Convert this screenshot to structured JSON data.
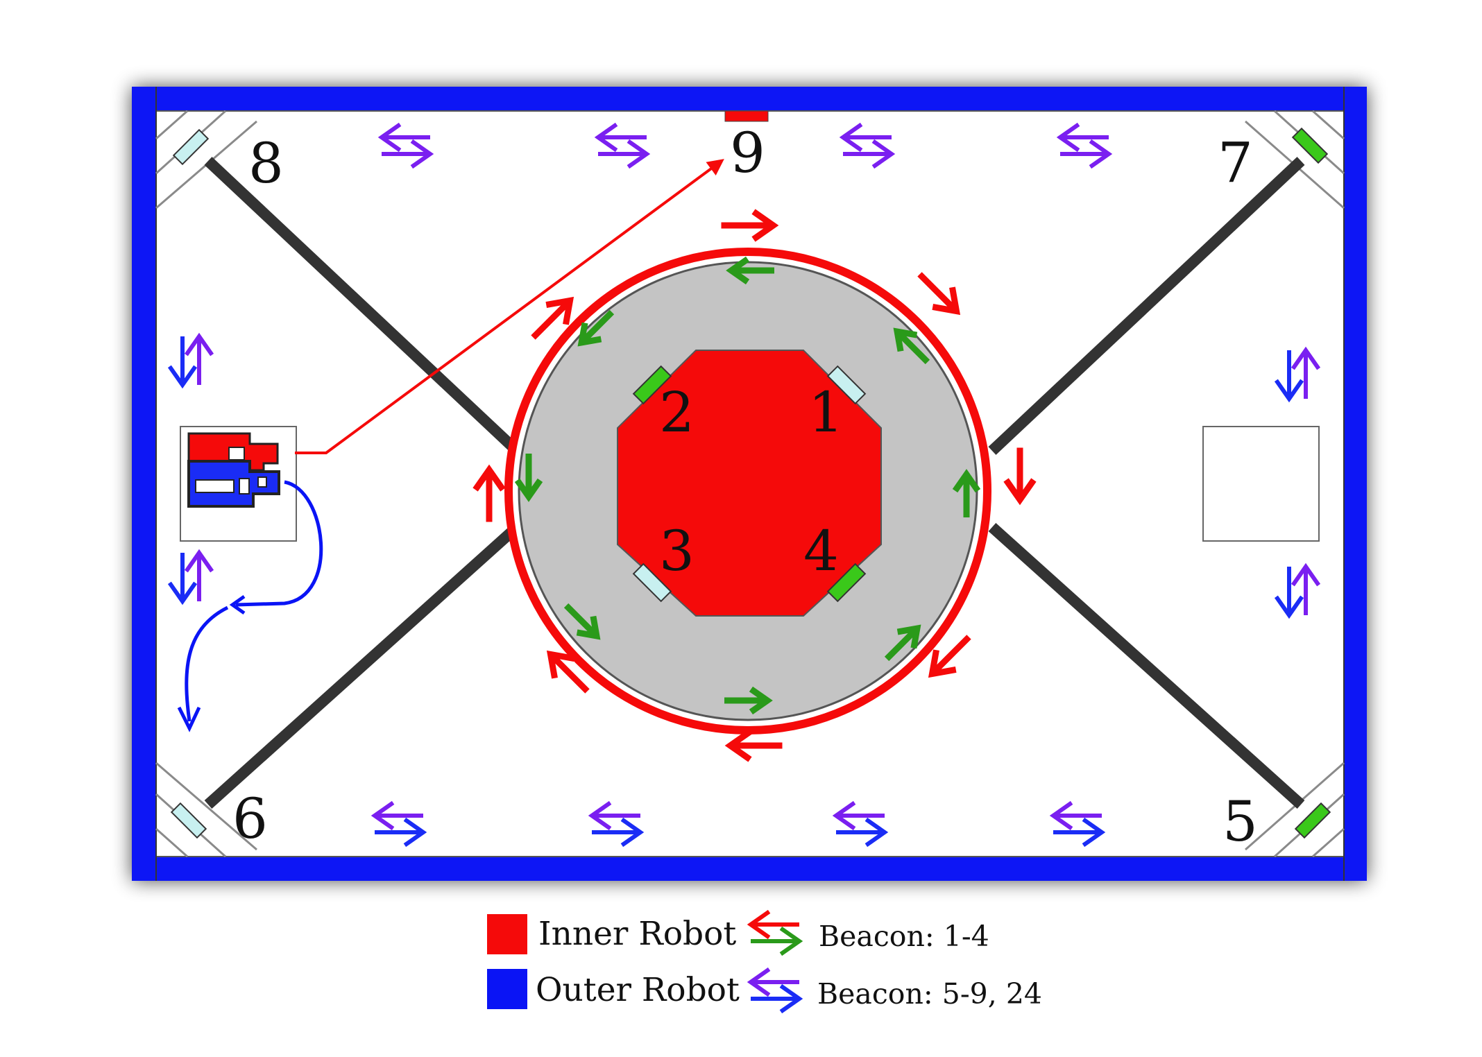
{
  "beacons": {
    "b1": "1",
    "b2": "2",
    "b3": "3",
    "b4": "4",
    "b5": "5",
    "b6": "6",
    "b7": "7",
    "b8": "8",
    "b9": "9"
  },
  "legend": {
    "inner_robot": "Inner Robot",
    "outer_robot": "Outer Robot",
    "beacon_inner": "Beacon: 1-4",
    "beacon_outer": "Beacon: 5-9, 24"
  },
  "colors": {
    "frame_blue": "#0a14f5",
    "inner_red": "#f50a0a",
    "track_dark": "#333333",
    "ring_gray": "#c4c4c4",
    "beacon_green": "#2a9a1a",
    "beacon_purple": "#7a1ff0",
    "beacon_blue": "#1a2cf5"
  },
  "icons": {
    "direction": "double-arrow-icon",
    "robot": "robot-icon",
    "beacon_light": "beacon-light-icon"
  }
}
